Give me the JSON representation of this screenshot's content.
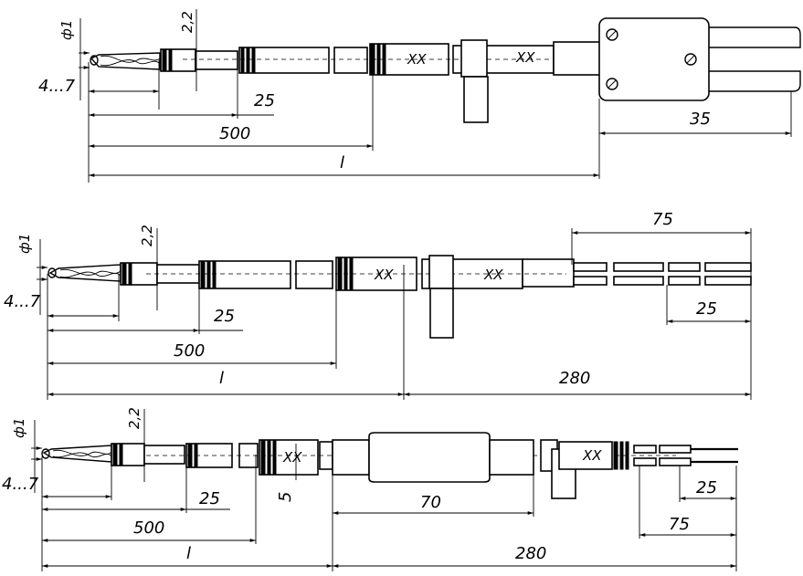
{
  "diagrams": [
    {
      "labels": {
        "tip_diameter": "ф1",
        "tip_length": "4...7",
        "sheath_diameter": "2,2",
        "d25": "25",
        "d500": "500",
        "l": "l",
        "d35": "35"
      },
      "marking": "ХХ"
    },
    {
      "labels": {
        "tip_diameter": "ф1",
        "tip_length": "4...7",
        "sheath_diameter": "2,2",
        "d25": "25",
        "d500": "500",
        "l": "l",
        "d280": "280",
        "d75": "75",
        "d25_leads": "25"
      },
      "marking": "ХХ"
    },
    {
      "labels": {
        "tip_diameter": "ф1",
        "tip_length": "4...7",
        "sheath_diameter": "2,2",
        "d25": "25",
        "d5": "5",
        "d70": "70",
        "d500": "500",
        "l": "l",
        "d280": "280",
        "d75": "75",
        "d25_leads": "25"
      },
      "marking": "ХХ"
    }
  ]
}
